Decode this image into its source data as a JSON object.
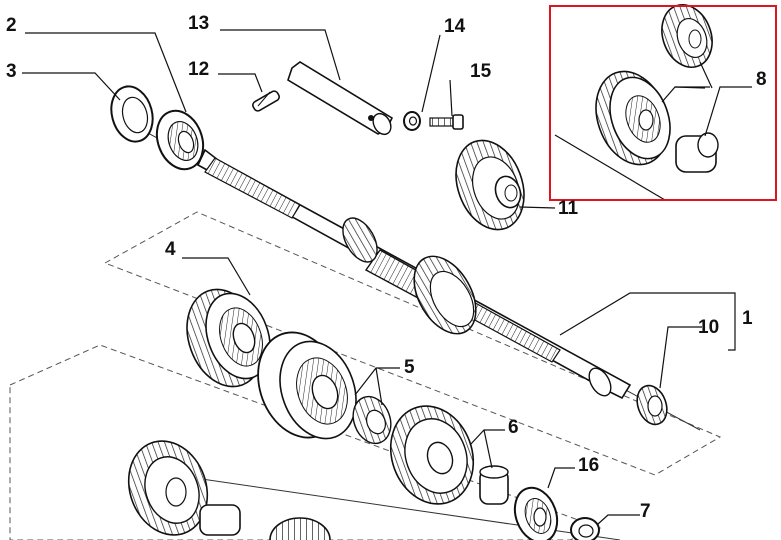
{
  "diagram": {
    "highlight_color": "#e0141e",
    "callouts": {
      "c1": "1",
      "c2": "2",
      "c3": "3",
      "c4": "4",
      "c5": "5",
      "c6": "6",
      "c7": "7",
      "c8": "8",
      "c10": "10",
      "c11": "11",
      "c12": "12",
      "c13": "13",
      "c14": "14",
      "c15": "15",
      "c16": "16"
    }
  }
}
